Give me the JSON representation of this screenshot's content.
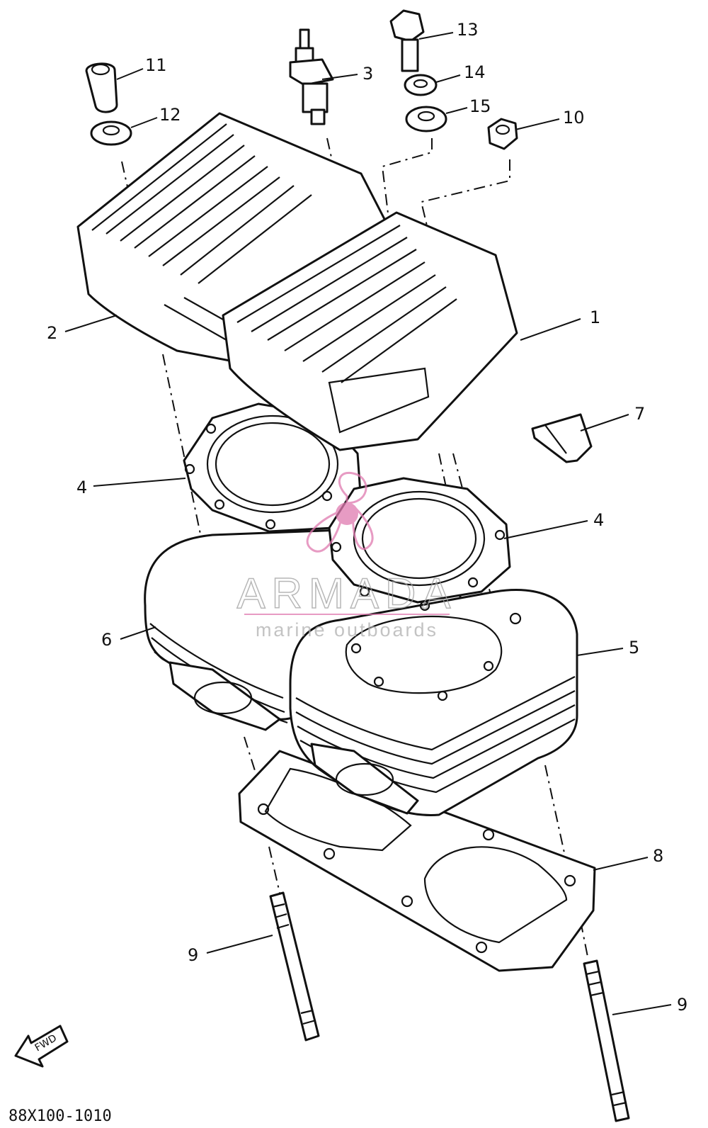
{
  "diagram": {
    "drawing_number": "88X100-1010",
    "direction_arrow_label": "FWD",
    "watermark": {
      "brand": "ARMADA",
      "tagline": "marine outboards",
      "color": "#e07ab0"
    },
    "callouts": [
      {
        "id": "c1",
        "label": "1",
        "part": "cylinder head (front)"
      },
      {
        "id": "c2",
        "label": "2",
        "part": "cylinder head (rear)"
      },
      {
        "id": "c3",
        "label": "3",
        "part": "spark plug"
      },
      {
        "id": "c4a",
        "label": "4",
        "part": "head gasket (rear)"
      },
      {
        "id": "c4b",
        "label": "4",
        "part": "head gasket (front)"
      },
      {
        "id": "c5",
        "label": "5",
        "part": "cylinder (front)"
      },
      {
        "id": "c6",
        "label": "6",
        "part": "cylinder (rear)"
      },
      {
        "id": "c7",
        "label": "7",
        "part": "damper"
      },
      {
        "id": "c8",
        "label": "8",
        "part": "base gasket"
      },
      {
        "id": "c9a",
        "label": "9",
        "part": "stud bolt (left)"
      },
      {
        "id": "c9b",
        "label": "9",
        "part": "stud bolt (right)"
      },
      {
        "id": "c10",
        "label": "10",
        "part": "nut"
      },
      {
        "id": "c11",
        "label": "11",
        "part": "collar nut"
      },
      {
        "id": "c12",
        "label": "12",
        "part": "washer"
      },
      {
        "id": "c13",
        "label": "13",
        "part": "bolt"
      },
      {
        "id": "c14",
        "label": "14",
        "part": "spring washer"
      },
      {
        "id": "c15",
        "label": "15",
        "part": "plain washer"
      }
    ]
  }
}
